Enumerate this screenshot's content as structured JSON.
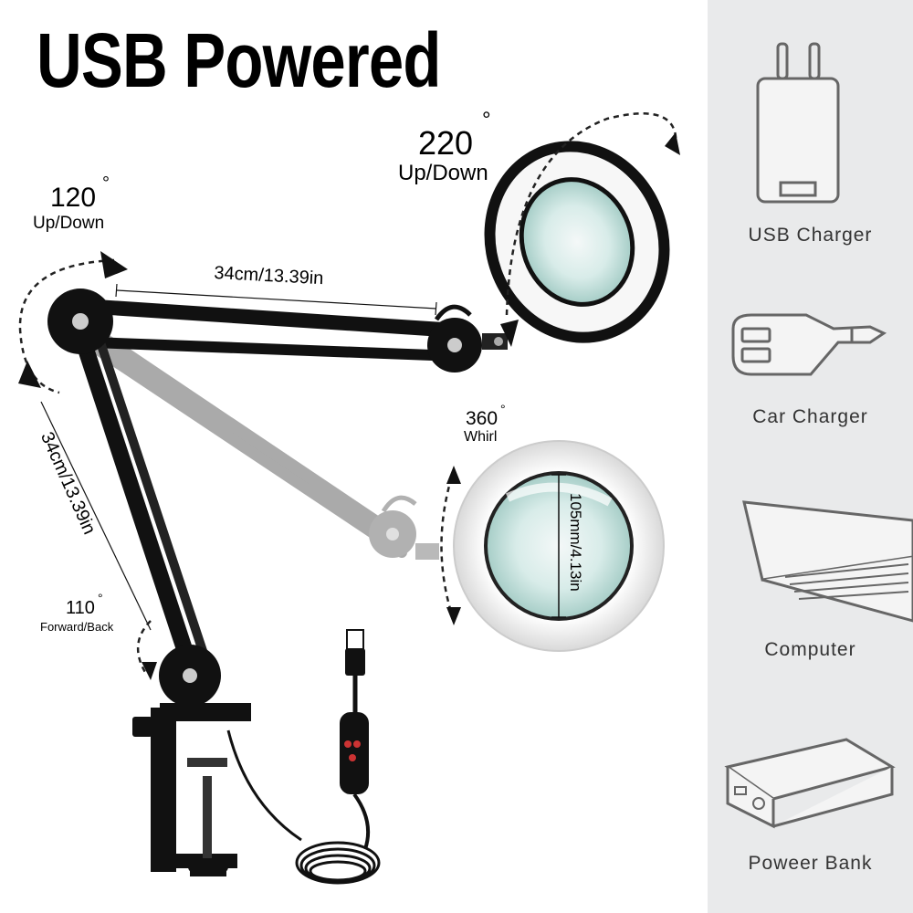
{
  "title": "USB Powered",
  "annotations": {
    "a220_num": "220",
    "a220_deg": "°",
    "a220_text": "Up/Down",
    "a120_num": "120",
    "a120_deg": "°",
    "a120_text": "Up/Down",
    "arm_top_len": "34cm/13.39in",
    "arm_side_len": "34cm/13.39in",
    "a360_num": "360",
    "a360_deg": "°",
    "a360_text": "Whirl",
    "lens_size": "105mm/4.13in",
    "a110_num": "110",
    "a110_deg": "°",
    "a110_text": "Forward/Back"
  },
  "power_sources": [
    {
      "label": "USB Charger",
      "icon": "usb-charger-icon"
    },
    {
      "label": "Car Charger",
      "icon": "car-charger-icon"
    },
    {
      "label": "Computer",
      "icon": "laptop-icon"
    },
    {
      "label": "Poweer Bank",
      "icon": "power-bank-icon"
    }
  ],
  "colors": {
    "panel_bg": "#e9eaeb",
    "lamp_black": "#111111",
    "lamp_ghost": "#9a9a9a",
    "label_gray": "#333333"
  }
}
